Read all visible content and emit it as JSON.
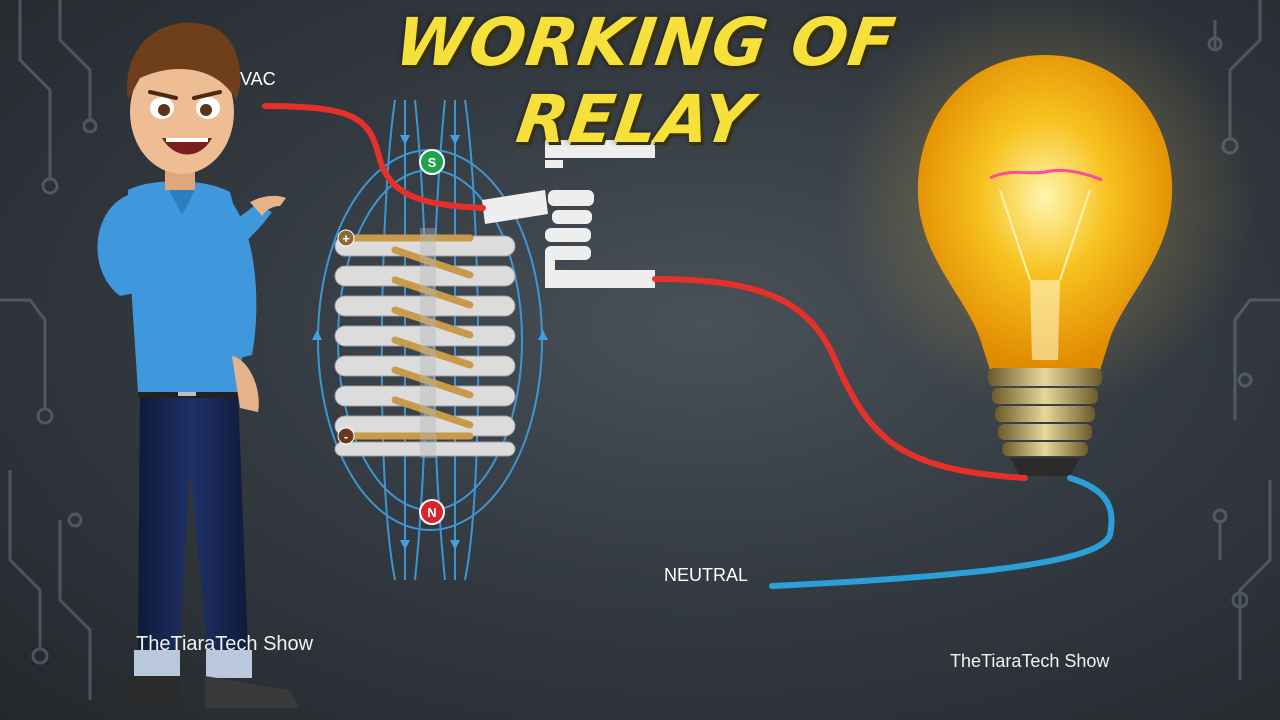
{
  "title": "WORKING OF RELAY",
  "labels": {
    "vac": "VAC",
    "neutral": "NEUTRAL",
    "pole_top": "S",
    "pole_bottom": "N",
    "plus": "+",
    "minus": "-"
  },
  "watermarks": {
    "left": "TheTiaraTech Show",
    "right": "TheTiaraTech Show"
  },
  "colors": {
    "live_wire": "#e8302a",
    "neutral_wire": "#2a9fd8",
    "title": "#f6e03a",
    "copper_coil": "#c89a4a",
    "field_lines": "#3fa0e0",
    "bulb_glow": "#f7c21f"
  },
  "icons": {
    "character": "presenter-pointing-icon",
    "bulb": "light-bulb-icon"
  }
}
